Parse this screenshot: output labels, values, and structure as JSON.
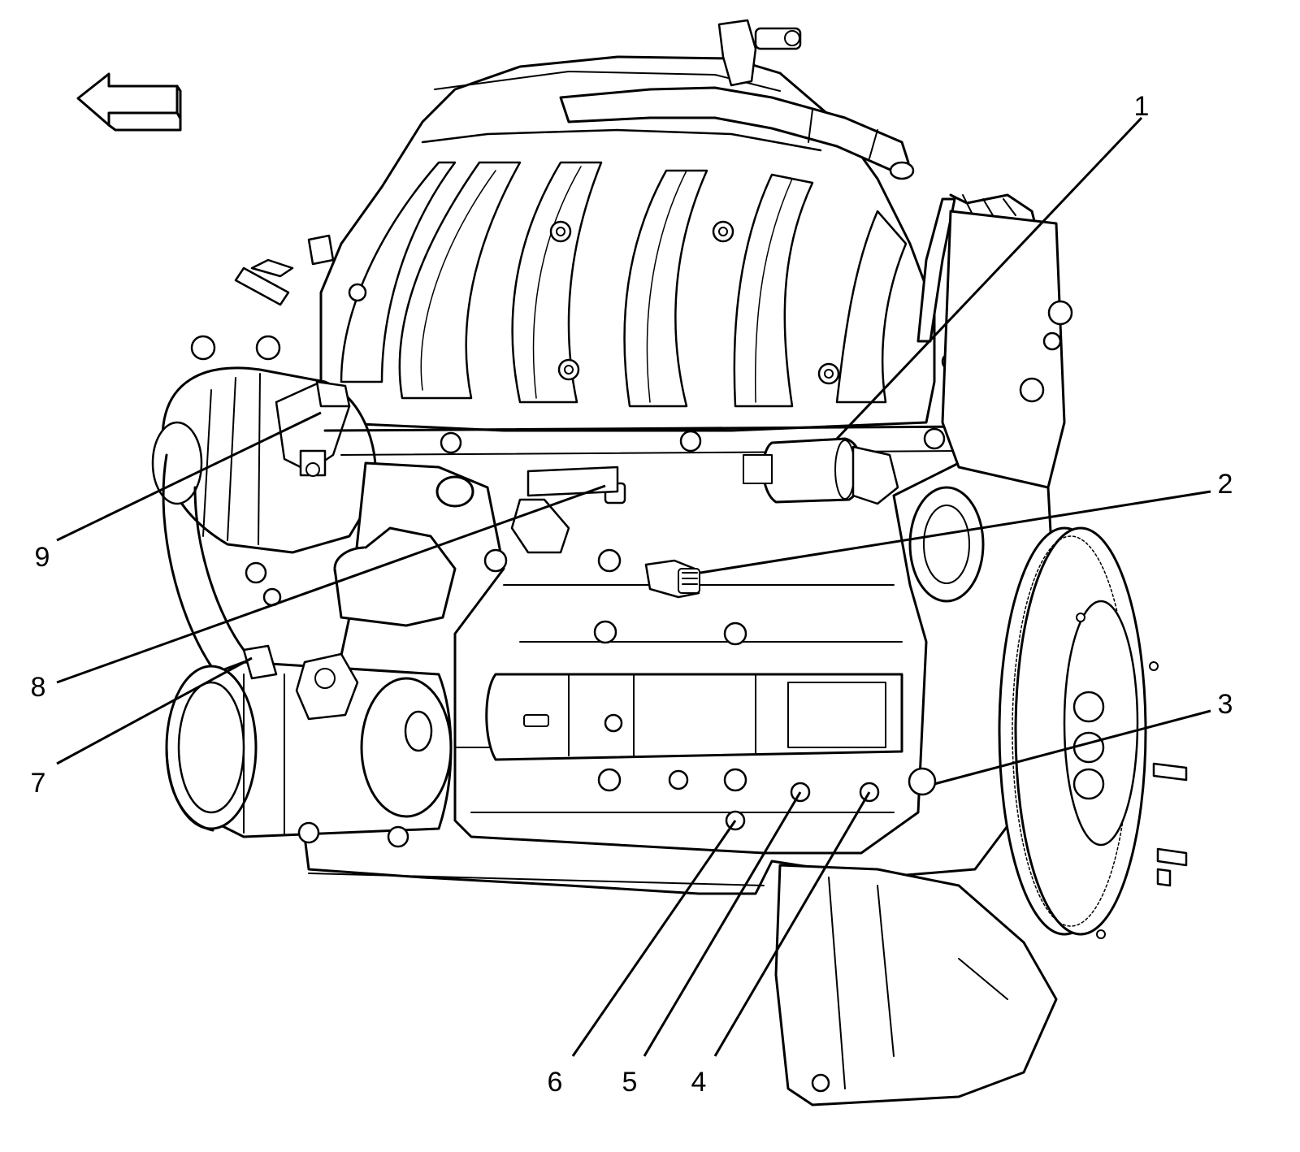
{
  "direction_indicator": {
    "icon": "arrow-left-outline-icon"
  },
  "callouts": [
    {
      "label": "1"
    },
    {
      "label": "2"
    },
    {
      "label": "3"
    },
    {
      "label": "4"
    },
    {
      "label": "5"
    },
    {
      "label": "6"
    },
    {
      "label": "7"
    },
    {
      "label": "8"
    },
    {
      "label": "9"
    }
  ]
}
